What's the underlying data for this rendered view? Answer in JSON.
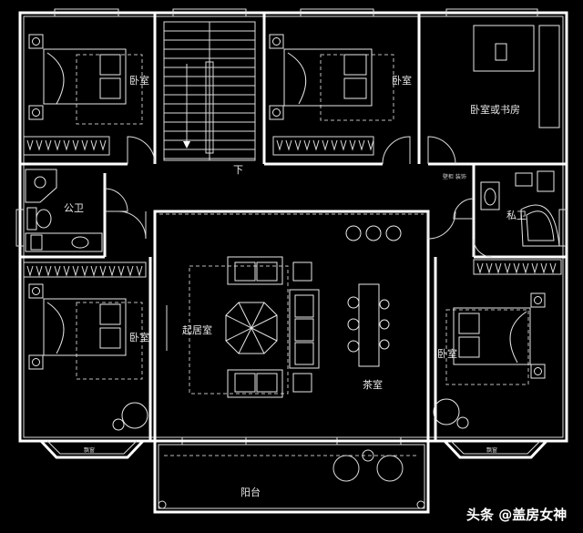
{
  "rooms": {
    "bedroom_top_left": "卧室",
    "bedroom_top_mid": "卧室",
    "bedroom_study": "卧室或书房",
    "public_bath": "公卫",
    "private_bath": "私卫",
    "living_room": "起居室",
    "tea_room": "茶室",
    "bedroom_bottom_left": "卧室",
    "bedroom_bottom_right": "卧室",
    "balcony": "阳台",
    "bay_window_left": "飘窗",
    "bay_window_right": "飘窗",
    "stair_down": "下"
  },
  "annotations": {
    "closet_note": "壁柜\n装饰"
  },
  "watermark": {
    "text": "头条 @盖房女神"
  },
  "colors": {
    "background": "#000000",
    "lines": "#ffffff"
  }
}
